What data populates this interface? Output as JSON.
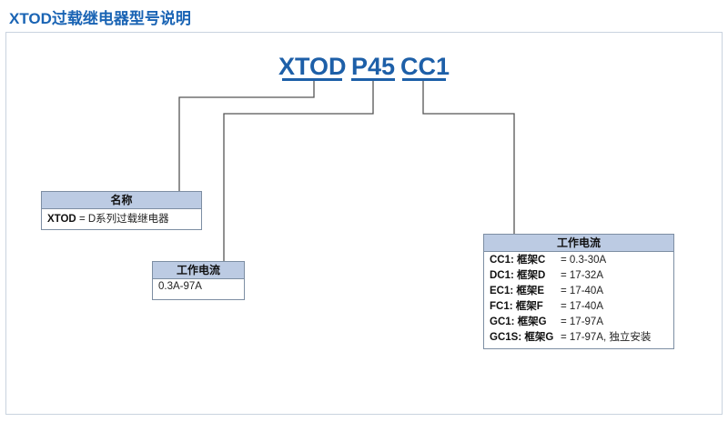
{
  "title": "XTOD过载继电器型号说明",
  "code": {
    "part1": "XTOD",
    "part2": "P45",
    "part3": "CC1"
  },
  "name_box": {
    "header": "名称",
    "key": "XTOD",
    "value": " = D系列过载继电器"
  },
  "current_box": {
    "header": "工作电流",
    "value": "0.3A-97A"
  },
  "frame_box": {
    "header": "工作电流",
    "rows": [
      {
        "key": "CC1: 框架C",
        "value": "= 0.3-30A"
      },
      {
        "key": "DC1: 框架D",
        "value": "= 17-32A"
      },
      {
        "key": "EC1: 框架E",
        "value": "= 17-40A"
      },
      {
        "key": "FC1: 框架F",
        "value": "= 17-40A"
      },
      {
        "key": "GC1: 框架G",
        "value": "= 17-97A"
      },
      {
        "key": "GC1S: 框架G",
        "value": "= 17-97A, 独立安装"
      }
    ]
  },
  "colors": {
    "title": "#1a64b4",
    "code": "#1d5fa8",
    "header_bg": "#bccbe3",
    "line": "#555555"
  }
}
